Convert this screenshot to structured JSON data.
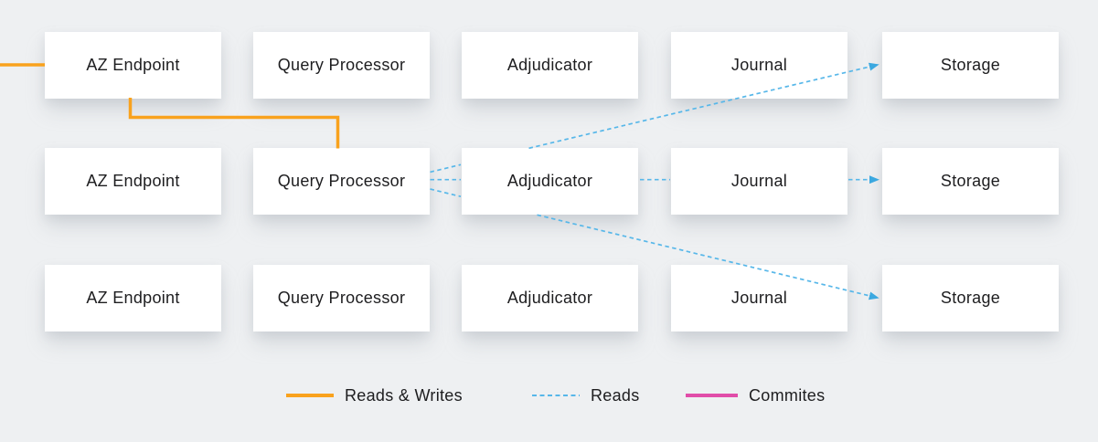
{
  "diagram": {
    "rows": [
      {
        "nodes": [
          {
            "label": "AZ Endpoint"
          },
          {
            "label": "Query Processor"
          },
          {
            "label": "Adjudicator"
          },
          {
            "label": "Journal"
          },
          {
            "label": "Storage"
          }
        ]
      },
      {
        "nodes": [
          {
            "label": "AZ Endpoint"
          },
          {
            "label": "Query Processor"
          },
          {
            "label": "Adjudicator"
          },
          {
            "label": "Journal"
          },
          {
            "label": "Storage"
          }
        ]
      },
      {
        "nodes": [
          {
            "label": "AZ Endpoint"
          },
          {
            "label": "Query Processor"
          },
          {
            "label": "Adjudicator"
          },
          {
            "label": "Journal"
          },
          {
            "label": "Storage"
          }
        ]
      }
    ]
  },
  "legend": {
    "items": [
      {
        "label": "Reads & Writes",
        "style": "solid",
        "color": "#F9A21D"
      },
      {
        "label": "Reads",
        "style": "dashed",
        "color": "#57B7E9"
      },
      {
        "label": "Commites",
        "style": "solid",
        "color": "#E14DA9"
      }
    ]
  },
  "colors": {
    "background": "#EEF0F2",
    "node_fill": "#FFFFFF",
    "text": "#1D1D1F",
    "reads_writes": "#F9A21D",
    "reads": "#57B7E9",
    "reads_arrow": "#3BA8E0",
    "commits": "#E14DA9"
  }
}
